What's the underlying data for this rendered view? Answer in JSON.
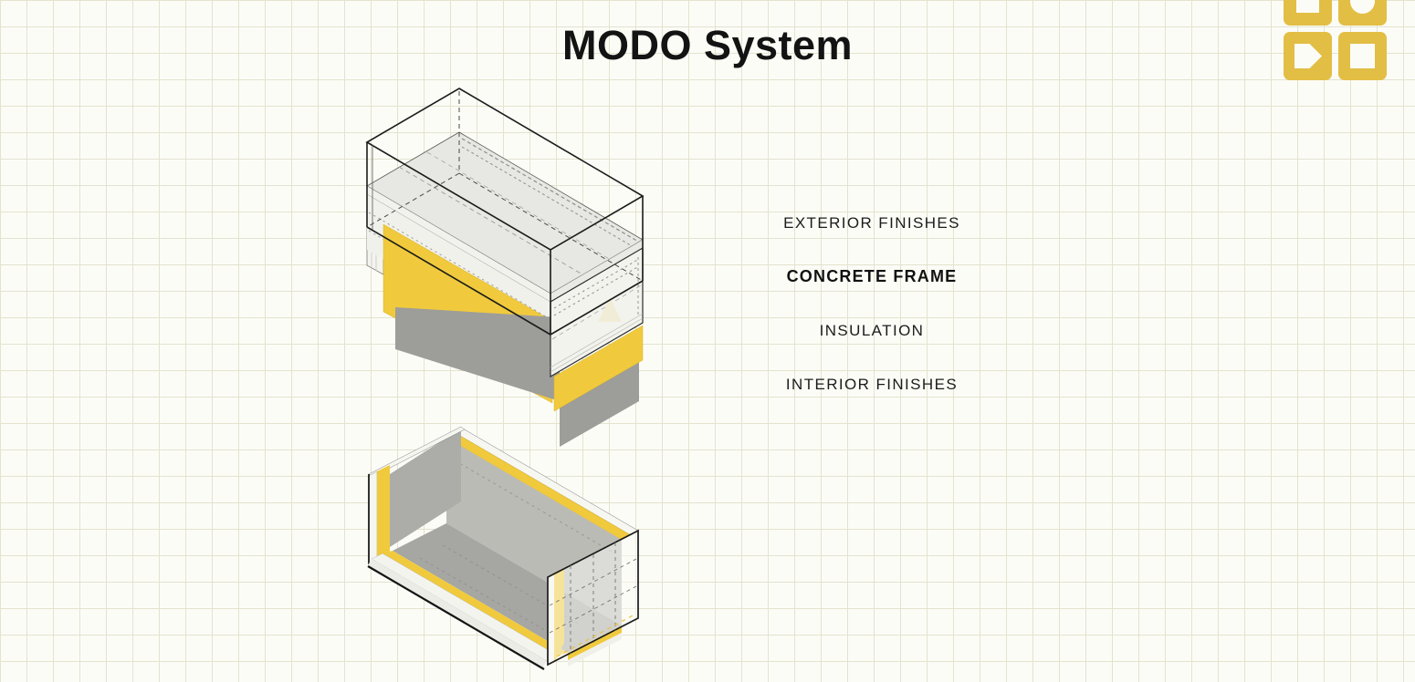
{
  "title": "MODO System",
  "legend": {
    "items": [
      {
        "text": "EXTERIOR FINISHES",
        "emphasis": false
      },
      {
        "text": "CONCRETE FRAME",
        "emphasis": true
      },
      {
        "text": "INSULATION",
        "emphasis": false
      },
      {
        "text": "INTERIOR FINISHES",
        "emphasis": false
      }
    ]
  },
  "logo": {
    "cells": [
      {
        "shape": "square-cutout"
      },
      {
        "shape": "circle-cutout"
      },
      {
        "shape": "pentagon-right-cutout"
      },
      {
        "shape": "square-cutout"
      }
    ]
  },
  "colors": {
    "accent_yellow": "#F0CA3C",
    "logo_yellow": "#E2BE44",
    "interior_gray": "#9D9D9A",
    "floor_gray": "#A6A6A3",
    "concrete_gray": "#E7E7E3",
    "outline": "#1B1B1B",
    "background": "#FCFCF7",
    "grid_line": "#E3E3CF"
  }
}
